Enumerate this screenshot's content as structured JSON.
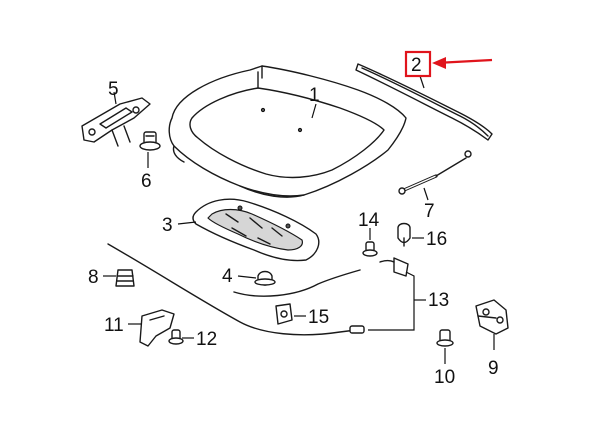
{
  "callouts": {
    "c1": "1",
    "c2": "2",
    "c3": "3",
    "c4": "4",
    "c5": "5",
    "c6": "6",
    "c7": "7",
    "c8": "8",
    "c9": "9",
    "c10": "10",
    "c11": "11",
    "c12": "12",
    "c13": "13",
    "c14": "14",
    "c15": "15",
    "c16": "16"
  },
  "highlight": {
    "part_number": "2",
    "color": "#e0141c"
  },
  "colors": {
    "line": "#1a1a1a",
    "shade": "#d6d6d6",
    "background": "#ffffff"
  }
}
